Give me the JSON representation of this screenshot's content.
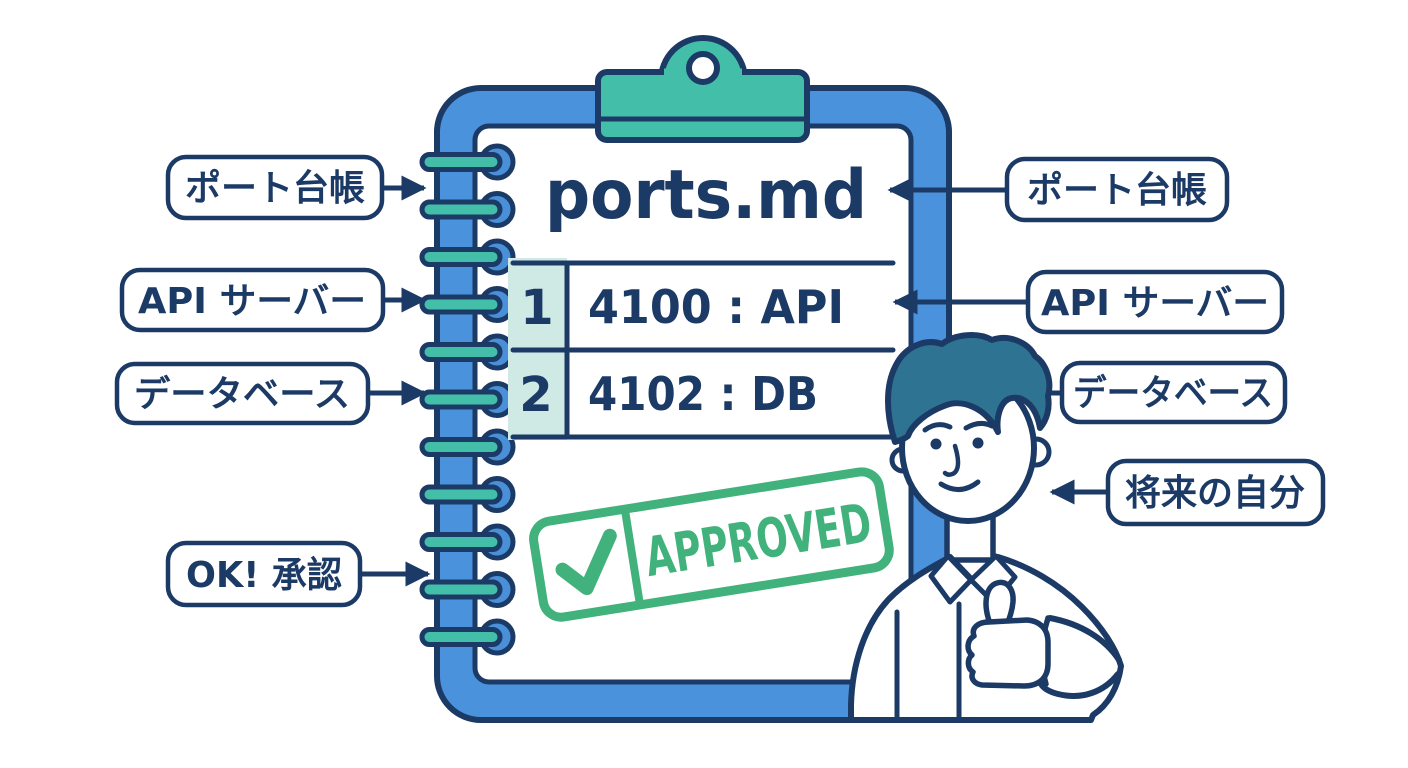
{
  "diagram": {
    "clipboard": {
      "filename": "ports.md",
      "rows": [
        {
          "num": "1",
          "entry": "4100 : API"
        },
        {
          "num": "2",
          "entry": "4102 : DB"
        }
      ],
      "stamp": {
        "label": "APPROVED",
        "icon": "checkmark-icon"
      }
    },
    "left_labels": [
      "ポート台帳",
      "API サーバー",
      "データベース",
      "OK! 承認"
    ],
    "right_labels": [
      "ポート台帳",
      "API サーバー",
      "データベース",
      "将来の自分"
    ],
    "icons": {
      "stamp_check": "checkmark-icon",
      "callout_arrows": "arrow-icon",
      "clip": "clipboard-clip-icon",
      "binding": "spiral-ring-icon"
    },
    "colors": {
      "navy": "#1c3a66",
      "frame_blue": "#4b92dc",
      "clip_teal": "#43bfa9",
      "cell_teal": "#cfe9e4",
      "stamp_green": "#41b27b",
      "hair_teal": "#2e7492",
      "paper_white": "#ffffff"
    }
  }
}
